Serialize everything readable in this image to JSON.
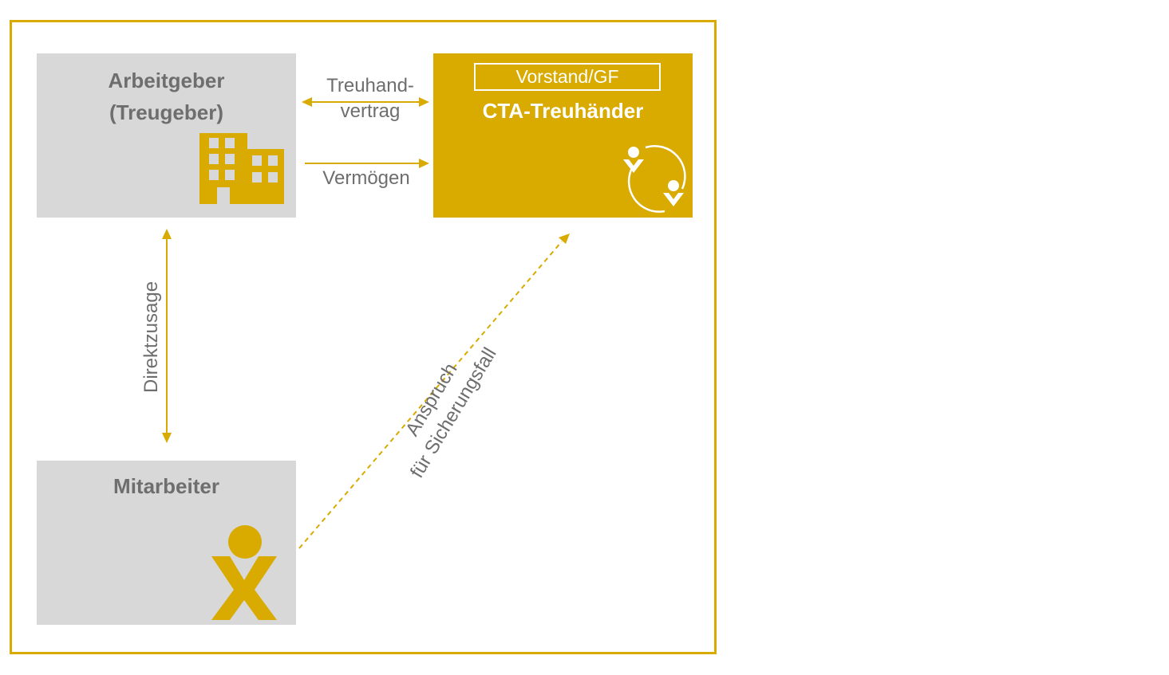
{
  "nodes": {
    "employer": {
      "title_line1": "Arbeitgeber",
      "title_line2": "(Treugeber)",
      "icon": "building-icon"
    },
    "trustee": {
      "role_tag": "Vorstand/GF",
      "title": "CTA-Treuhänder",
      "icon": "cycle-people-icon"
    },
    "employee": {
      "title": "Mitarbeiter",
      "icon": "person-icon"
    }
  },
  "edges": {
    "trust_contract": {
      "label_line1": "Treuhand-",
      "label_line2": "vertrag"
    },
    "assets": {
      "label": "Vermögen"
    },
    "direct_commitment": {
      "label": "Direktzusage"
    },
    "claim": {
      "label_line1": "Anspruch",
      "label_line2": "für Sicherungsfall"
    }
  },
  "colors": {
    "accent": "#d9aa00",
    "box_gray": "#d8d8d8",
    "text_gray": "#6e6e6e",
    "white": "#ffffff"
  }
}
